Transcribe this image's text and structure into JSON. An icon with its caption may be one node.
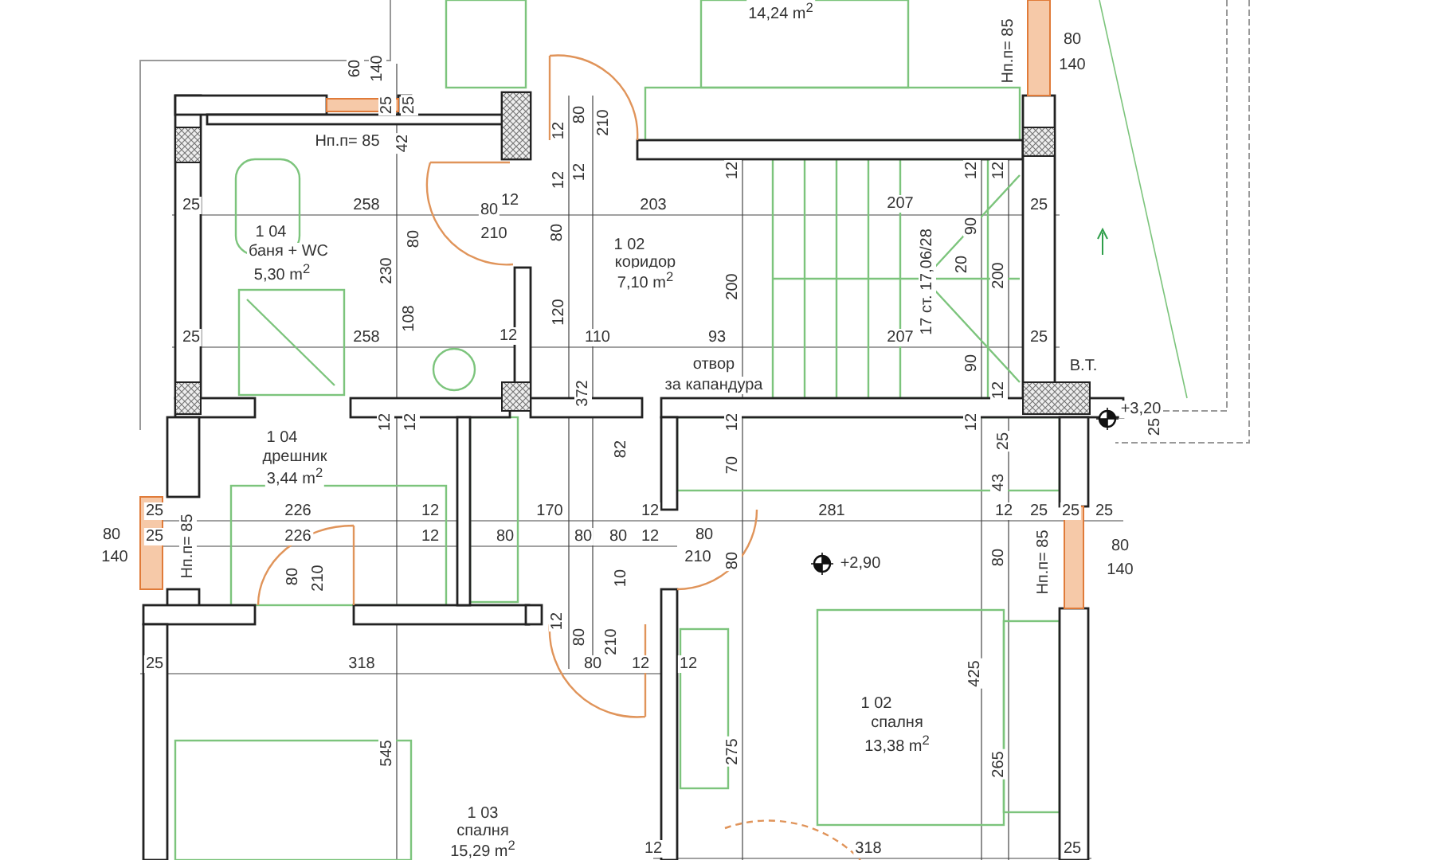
{
  "diagram": {
    "labels": [
      "14,24 m$^{2}$",
      "60",
      "140",
      "Нп.п= 85",
      "80",
      "140",
      "25",
      "25",
      "12",
      "80",
      "210",
      "Нп.п= 85",
      "42",
      "12",
      "12",
      "12",
      "12",
      "12",
      "25",
      "258",
      "80",
      "12",
      "203",
      "207",
      "25",
      "80",
      "80",
      "90",
      "1 04",
      "210",
      "1 02",
      "баня + WC",
      "коридор",
      "5,30 m$^{2}$",
      "230",
      "7,10 m$^{2}$",
      "200",
      "17 ст. 17,06/28",
      "20",
      "200",
      "108",
      "25",
      "258",
      "12",
      "120",
      "110",
      "93",
      "207",
      "25",
      "отвор",
      "90",
      "В.Т.",
      "за капандура",
      "12",
      "372",
      "+3,20",
      "12",
      "12",
      "12",
      "12",
      "25",
      "25",
      "1 04",
      "82",
      "дрешник",
      "70",
      "3,44 m$^{2}$",
      "43",
      "25",
      "226",
      "12",
      "170",
      "12",
      "281",
      "12",
      "25",
      "25",
      "25",
      "80",
      "25",
      "226",
      "12",
      "80",
      "80",
      "80",
      "12",
      "80",
      "80",
      "80",
      "Нп.п= 85",
      "80",
      "140",
      "210",
      "Нп.п= 85",
      "+2,90",
      "140",
      "80",
      "210",
      "10",
      "12",
      "80",
      "210",
      "25",
      "318",
      "80",
      "12",
      "12",
      "425",
      "1 02",
      "спалня",
      "13,38 m$^{2}$",
      "545",
      "275",
      "265",
      "1 03",
      "спалня",
      "12",
      "318",
      "25",
      "15,29 m$^{2}$"
    ]
  }
}
